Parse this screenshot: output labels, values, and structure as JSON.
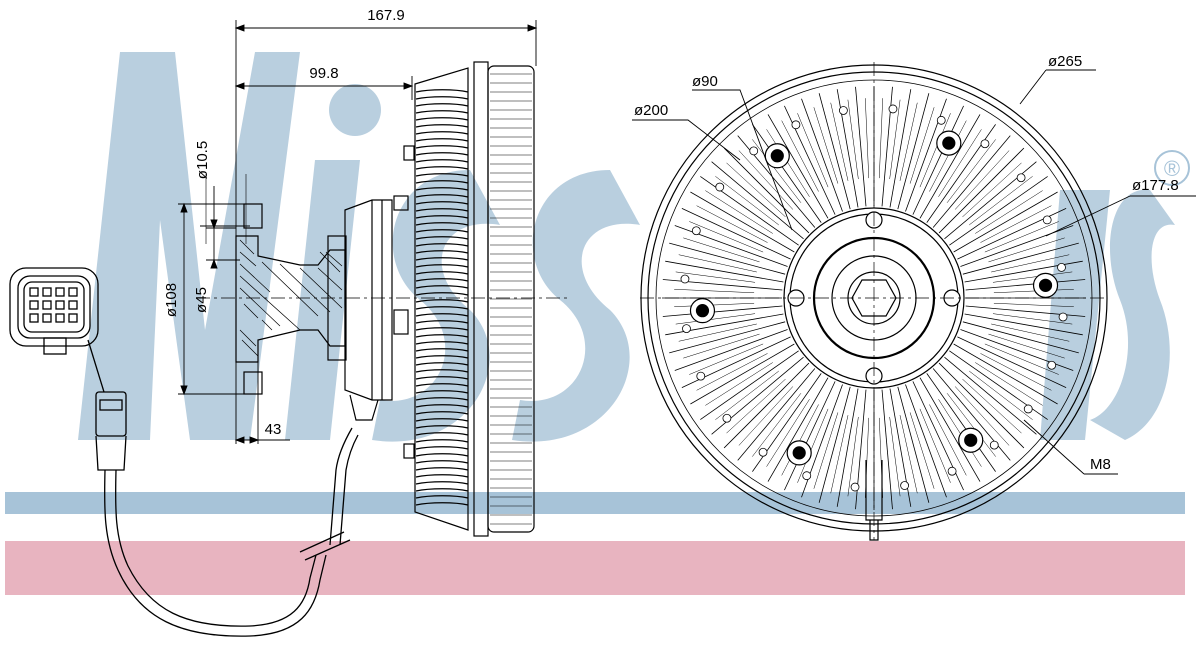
{
  "watermark": {
    "logo_text": "Nissens",
    "registered_mark": "®",
    "stripe_blue": "#a7c3d8",
    "stripe_pink": "#e8b4c0",
    "logo_color": "#b9cfdf"
  },
  "side_view": {
    "dimensions": {
      "overall_length": "167.9",
      "hub_length": "99.8",
      "flange_bore": "ø10.5",
      "flange_outer": "ø108",
      "hub_bore": "ø45",
      "flange_depth": "43"
    }
  },
  "front_view": {
    "dimensions": {
      "outer_diameter": "ø265",
      "fin_diameter": "ø200",
      "inner_diameter": "ø90",
      "bolt_circle": "ø177.8",
      "thread": "M8"
    }
  }
}
